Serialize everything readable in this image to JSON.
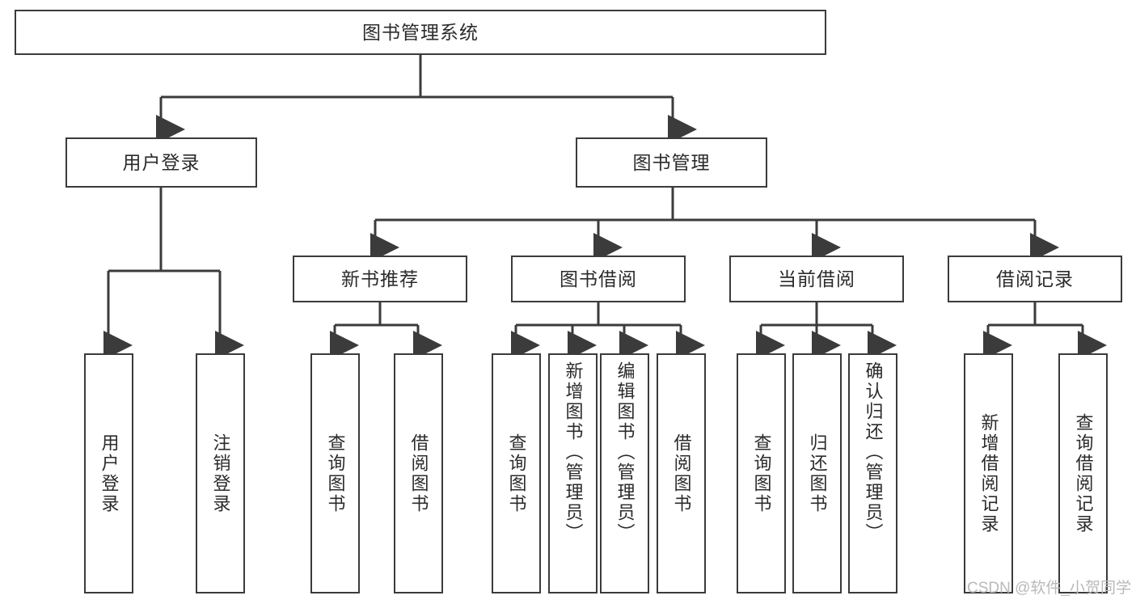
{
  "diagram": {
    "type": "tree-hierarchy-chart",
    "title": "图书管理系统",
    "colors": {
      "stroke": "#3b3b3b",
      "fill": "#ffffff",
      "text": "#2b2b2b",
      "watermark": "#b9b9b9"
    },
    "levels": {
      "root": {
        "label": "图书管理系统"
      },
      "level2": [
        {
          "label": "用户登录"
        },
        {
          "label": "图书管理"
        }
      ],
      "level3": [
        {
          "label": "新书推荐"
        },
        {
          "label": "图书借阅"
        },
        {
          "label": "当前借阅"
        },
        {
          "label": "借阅记录"
        }
      ],
      "leaves": {
        "user_login": [
          {
            "label": "用户登录"
          },
          {
            "label": "注销登录"
          }
        ],
        "new_book_recommend": [
          {
            "label": "查询图书"
          },
          {
            "label": "借阅图书"
          }
        ],
        "book_borrow": [
          {
            "label": "查询图书"
          },
          {
            "label": "新增图书（管理员）"
          },
          {
            "label": "编辑图书（管理员）"
          },
          {
            "label": "借阅图书"
          }
        ],
        "current_borrow": [
          {
            "label": "查询图书"
          },
          {
            "label": "归还图书"
          },
          {
            "label": "确认归还（管理员）"
          }
        ],
        "borrow_record": [
          {
            "label": "新增借阅记录"
          },
          {
            "label": "查询借阅记录"
          }
        ]
      }
    },
    "watermark": "CSDN @软件_小贺同学"
  }
}
